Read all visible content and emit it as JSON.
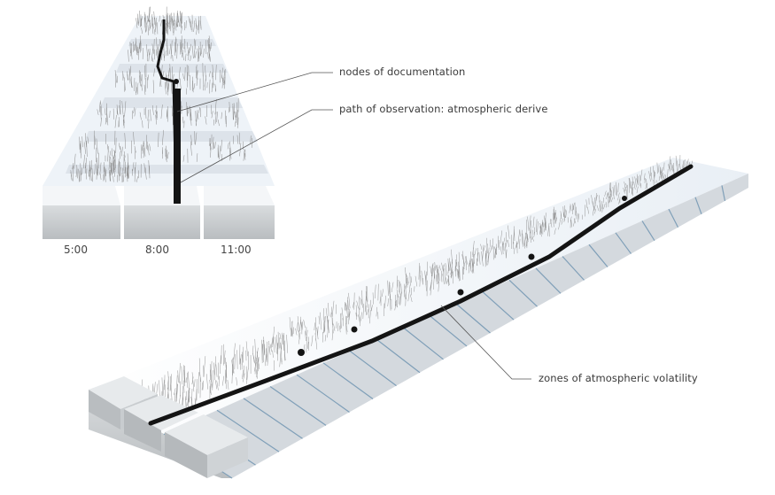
{
  "annotations": {
    "nodes": "nodes of documentation",
    "path": "path of observation: atmospheric derive",
    "zones": "zones of atmospheric volatility"
  },
  "time_labels": [
    "5:00",
    "8:00",
    "11:00"
  ],
  "colors": {
    "block_top": "#eef3f8",
    "block_front": "#cfd3d6",
    "block_side": "#a9aeb2",
    "path": "#141414",
    "hatch": "#8a8a8a",
    "leader": "#555555"
  }
}
